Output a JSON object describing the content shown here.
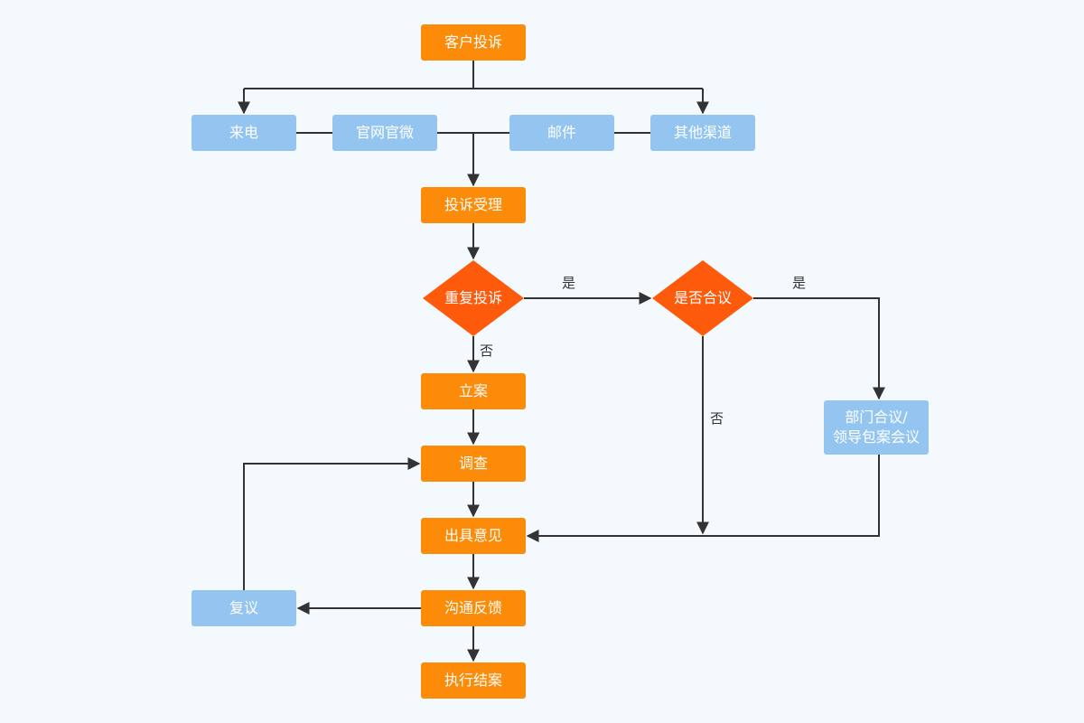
{
  "nodes": {
    "complaint": "客户投诉",
    "phone": "来电",
    "web_weibo": "官网官微",
    "mail": "邮件",
    "other_channels": "其他渠道",
    "accept": "投诉受理",
    "repeat_decision": "重复投诉",
    "joint_decision": "是否合议",
    "file_case": "立案",
    "investigate": "调查",
    "opinion": "出具意见",
    "feedback": "沟通反馈",
    "close_case": "执行结案",
    "review": "复议",
    "dept_meeting_line1": "部门合议/",
    "dept_meeting_line2": "领导包案会议"
  },
  "edge_labels": {
    "repeat_yes": "是",
    "repeat_no": "否",
    "joint_yes": "是",
    "joint_no": "否"
  },
  "colors": {
    "process_box": "#fb8b08",
    "channel_box": "#94c5f1",
    "decision": "#fd5a0c",
    "line": "#333333",
    "background": "#f4f9fd"
  }
}
